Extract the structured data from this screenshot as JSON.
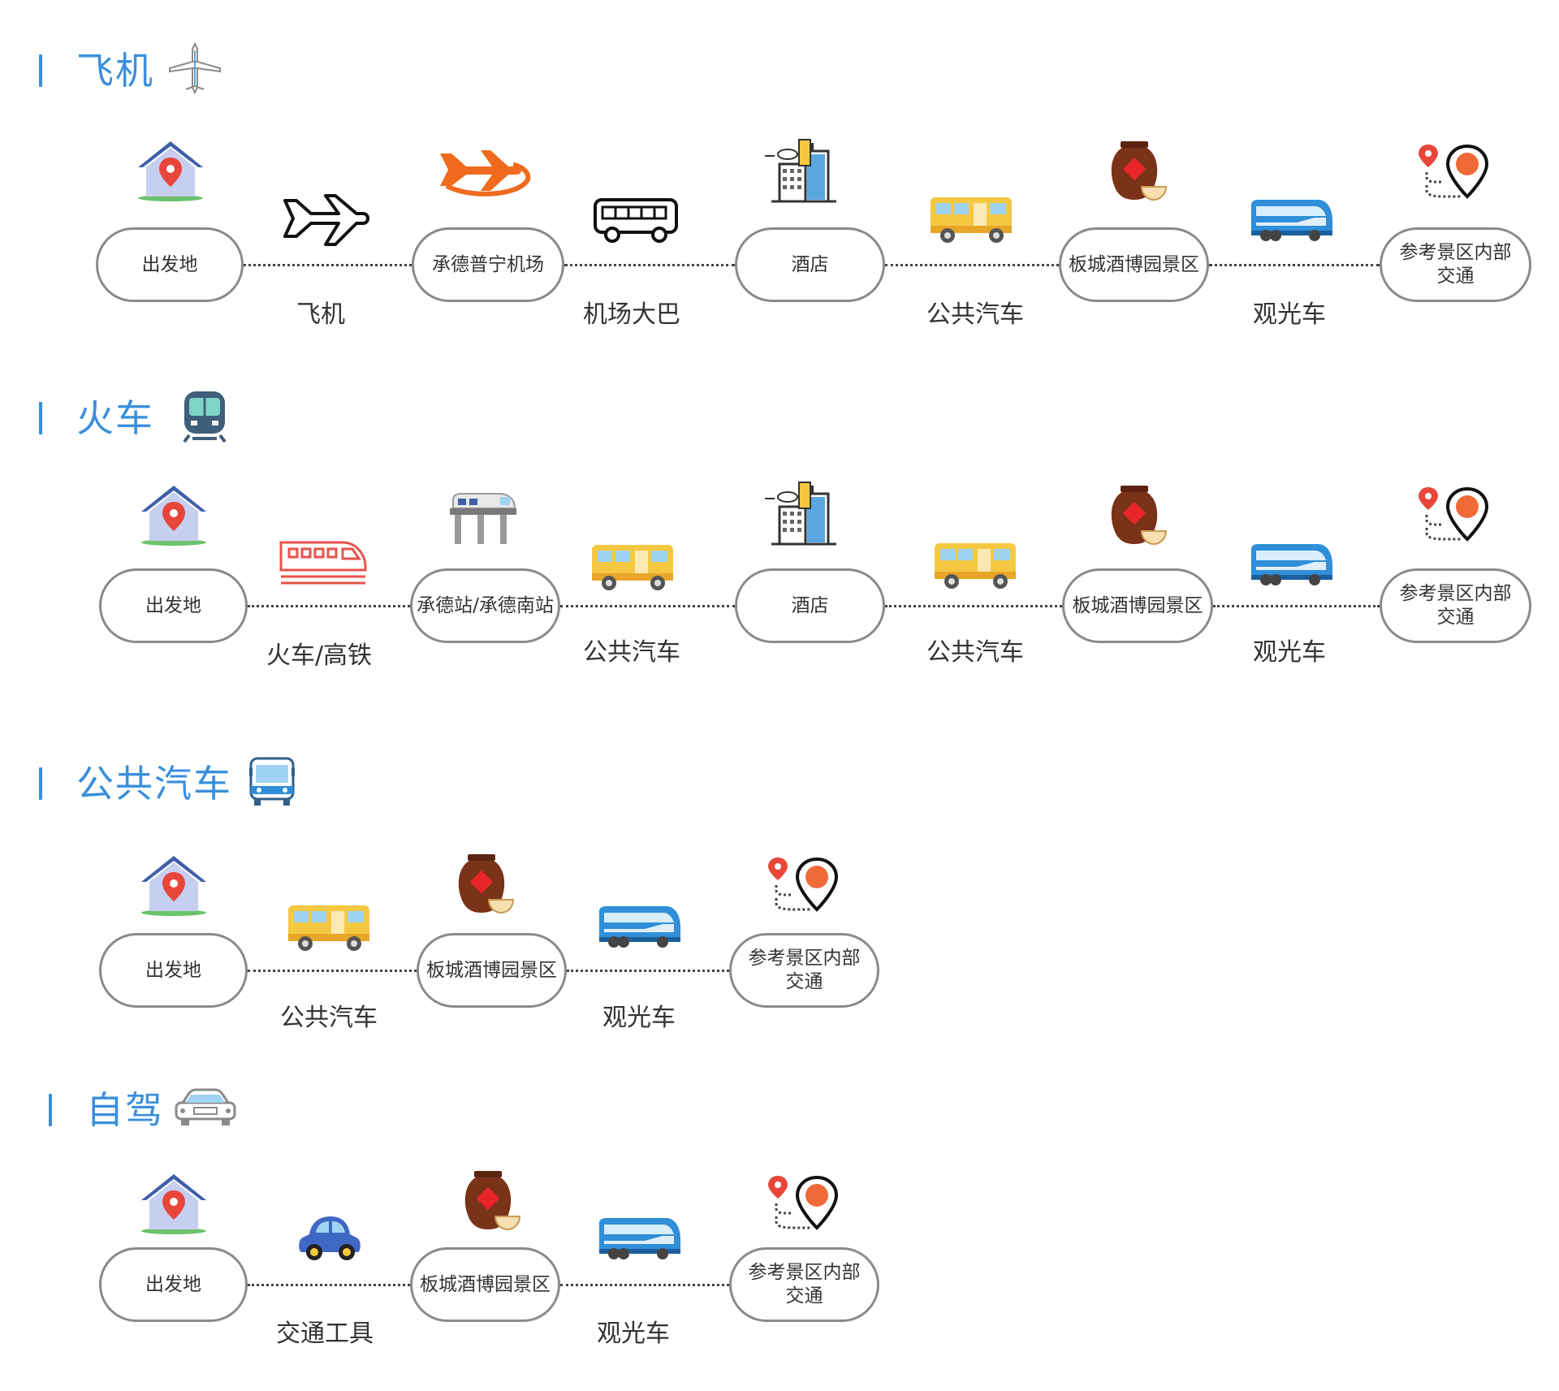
{
  "colors": {
    "accent": "#3a8fdc",
    "node_border": "#8a8a8a",
    "connector": "#444444",
    "house_roof": "#3f5fa8",
    "house_wall": "#c7cff0",
    "pin_red": "#e8463a",
    "plane_orange": "#f06a1e",
    "bus_yellow": "#f5c842",
    "coach_blue": "#2f8fd8",
    "jar_brown": "#7a3218",
    "car_blue": "#3f68c4"
  },
  "sections": [
    {
      "title": "飞机",
      "title_icon": "airplane-outline-icon",
      "nodes": [
        "出发地",
        "承德普宁机场",
        "酒店",
        "板城酒博园景区",
        "参考景区内部\n交通"
      ],
      "node_icons": [
        "house-location-icon",
        "orange-plane-icon",
        "hotel-building-icon",
        "wine-jar-icon",
        "map-route-pin-icon"
      ],
      "segments": [
        {
          "label": "飞机",
          "icon": "plane-outline-icon"
        },
        {
          "label": "机场大巴",
          "icon": "airport-bus-icon"
        },
        {
          "label": "公共汽车",
          "icon": "yellow-bus-icon"
        },
        {
          "label": "观光车",
          "icon": "sightseeing-coach-icon"
        }
      ]
    },
    {
      "title": "火车",
      "title_icon": "subway-train-icon",
      "nodes": [
        "出发地",
        "承德站/承德南站",
        "酒店",
        "板城酒博园景区",
        "参考景区内部\n交通"
      ],
      "node_icons": [
        "house-location-icon",
        "train-station-icon",
        "hotel-building-icon",
        "wine-jar-icon",
        "map-route-pin-icon"
      ],
      "segments": [
        {
          "label": "火车/高铁",
          "icon": "high-speed-train-icon"
        },
        {
          "label": "公共汽车",
          "icon": "yellow-bus-icon"
        },
        {
          "label": "公共汽车",
          "icon": "yellow-bus-icon"
        },
        {
          "label": "观光车",
          "icon": "sightseeing-coach-icon"
        }
      ]
    },
    {
      "title": "公共汽车",
      "title_icon": "city-bus-front-icon",
      "nodes": [
        "出发地",
        "板城酒博园景区",
        "参考景区内部\n交通"
      ],
      "node_icons": [
        "house-location-icon",
        "wine-jar-icon",
        "map-route-pin-icon"
      ],
      "segments": [
        {
          "label": "公共汽车",
          "icon": "yellow-bus-icon"
        },
        {
          "label": "观光车",
          "icon": "sightseeing-coach-icon"
        }
      ]
    },
    {
      "title": "自驾",
      "title_icon": "car-outline-icon",
      "nodes": [
        "出发地",
        "板城酒博园景区",
        "参考景区内部\n交通"
      ],
      "node_icons": [
        "house-location-icon",
        "wine-jar-icon",
        "map-route-pin-icon"
      ],
      "segments": [
        {
          "label": "交通工具",
          "icon": "blue-car-icon"
        },
        {
          "label": "观光车",
          "icon": "sightseeing-coach-icon"
        }
      ]
    }
  ]
}
